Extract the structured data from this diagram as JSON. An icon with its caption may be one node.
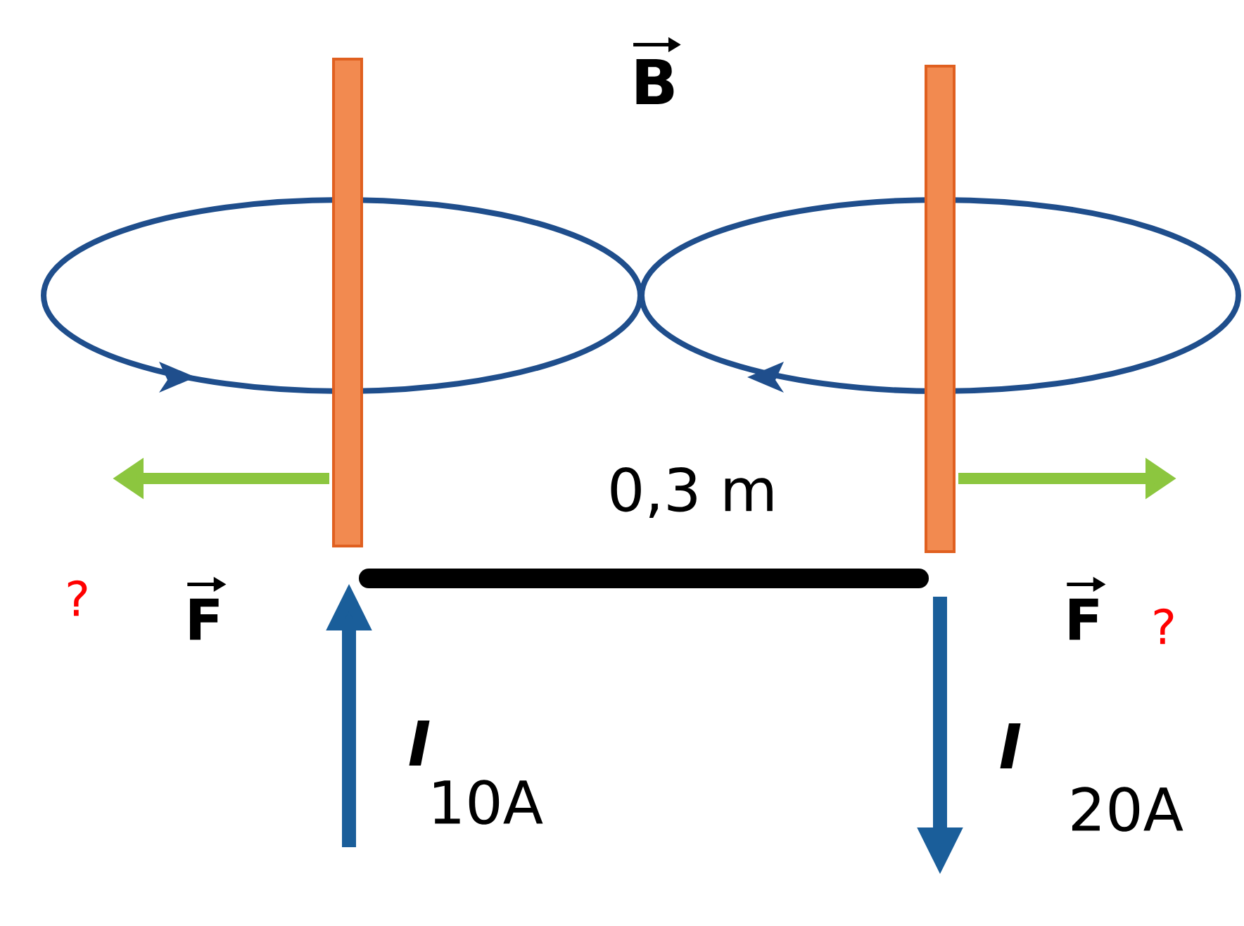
{
  "diagram": {
    "nodes": [
      {
        "text": [],
        "shape": "bar"
      },
      {
        "text": [],
        "shape": "bar"
      }
    ],
    "labels": [
      "B",
      "0,3 m",
      "?",
      "F",
      "F",
      "?",
      "I",
      "10A",
      "I",
      "20A"
    ]
  }
}
